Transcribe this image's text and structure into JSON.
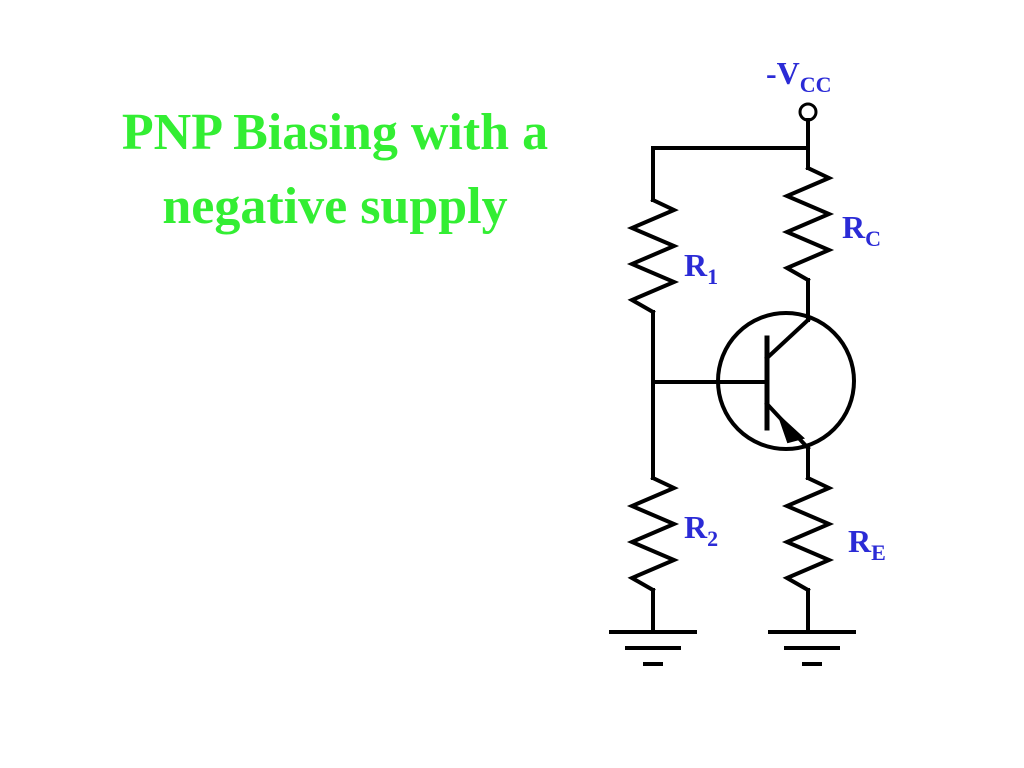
{
  "title": {
    "line1": "PNP Biasing with a",
    "line2": "negative supply"
  },
  "colors": {
    "title": "#33ee33",
    "labels": "#2b2bd6",
    "wires": "#000000",
    "background": "#ffffff"
  },
  "labels": {
    "supply": {
      "prefix": "-V",
      "sub": "CC"
    },
    "r1": {
      "main": "R",
      "sub": "1"
    },
    "r2": {
      "main": "R",
      "sub": "2"
    },
    "rc": {
      "main": "R",
      "sub": "C"
    },
    "re": {
      "main": "R",
      "sub": "E"
    }
  },
  "components": [
    "supply-terminal",
    "resistor-r1",
    "resistor-r2",
    "resistor-rc",
    "resistor-re",
    "pnp-transistor",
    "ground-left",
    "ground-right"
  ]
}
